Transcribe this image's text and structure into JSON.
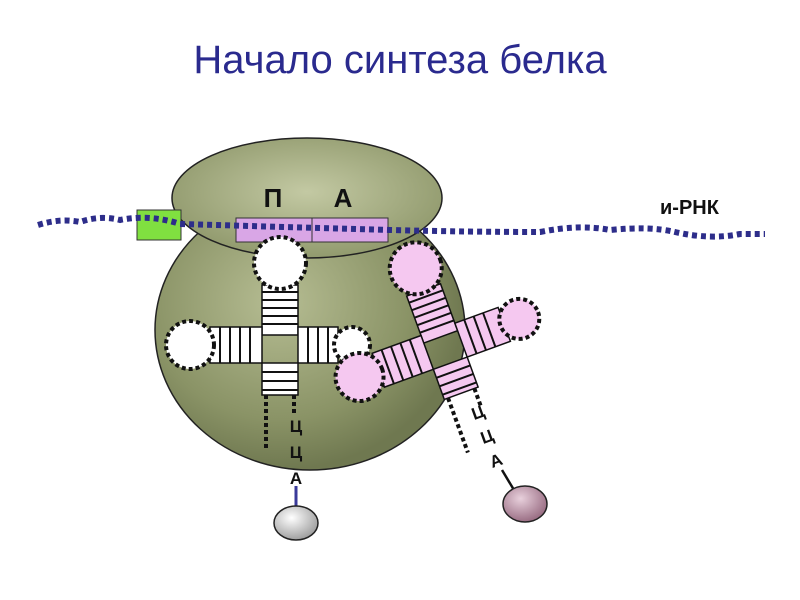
{
  "title": "Начало синтеза белка",
  "labels": {
    "site_p": "П",
    "site_a": "А",
    "mrna": "и-РНК",
    "trna1_anticodon": [
      "Ц",
      "Ц",
      "А"
    ],
    "trna2_anticodon": [
      "Ц",
      "Ц",
      "А"
    ]
  },
  "colors": {
    "title": "#2a2a8e",
    "ribosome": "#8a9366",
    "mrna": "#2d2d8a",
    "codon_box": "#d9a6e6",
    "start_marker": "#80e040",
    "trna2_fill": "#f5c8f0",
    "amino_acid_1": "#c8c8c8",
    "amino_acid_2": "#b48aa0"
  }
}
